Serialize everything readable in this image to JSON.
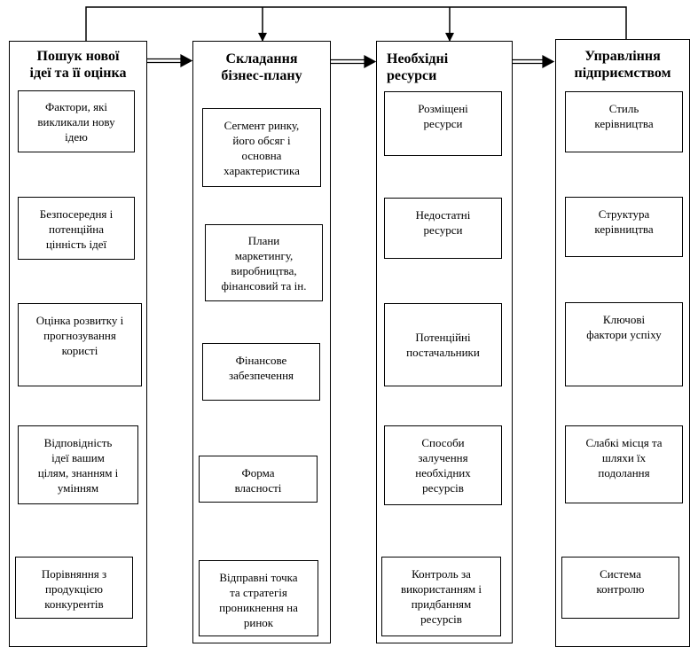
{
  "columns": [
    {
      "title": "Пошук нової\nідеї та її оцінка",
      "boxes": [
        "Фактори, які\nвикликали нову\nідею",
        "Безпосередня і\nпотенційна\nцінність ідеї",
        "Оцінка розвитку і\nпрогнозування\nкористі",
        "Відповідність\nідеї вашим\nцілям, знанням і\nумінням",
        "Порівняння з\nпродукцією\nконкурентів"
      ]
    },
    {
      "title": "Складання\nбізнес-плану",
      "boxes": [
        "Сегмент ринку,\nйого обсяг і\nосновна\nхарактеристика",
        "Плани\nмаркетингу,\nвиробництва,\nфінансовий та ін.",
        "Фінансове\nзабезпечення",
        "Форма\nвласності",
        "Відправні точка\nта стратегія\nпроникнення на\nринок"
      ]
    },
    {
      "title": "Необхідні\nресурси",
      "boxes": [
        "Розміщені\nресурси",
        "Недостатні\nресурси",
        "Потенційні\nпостачальники",
        "Способи\nзалучення\nнеобхідних\nресурсів",
        "Контроль за\nвикористанням і\nпридбанням\nресурсів"
      ]
    },
    {
      "title": "Управління\nпідприємством",
      "boxes": [
        "Стиль\nкерівництва",
        "Структура\nкерівництва",
        "Ключові\nфактори успіху",
        "Слабкі місця та\nшляхи їх\nподолання",
        "Система\nконтролю"
      ]
    }
  ]
}
